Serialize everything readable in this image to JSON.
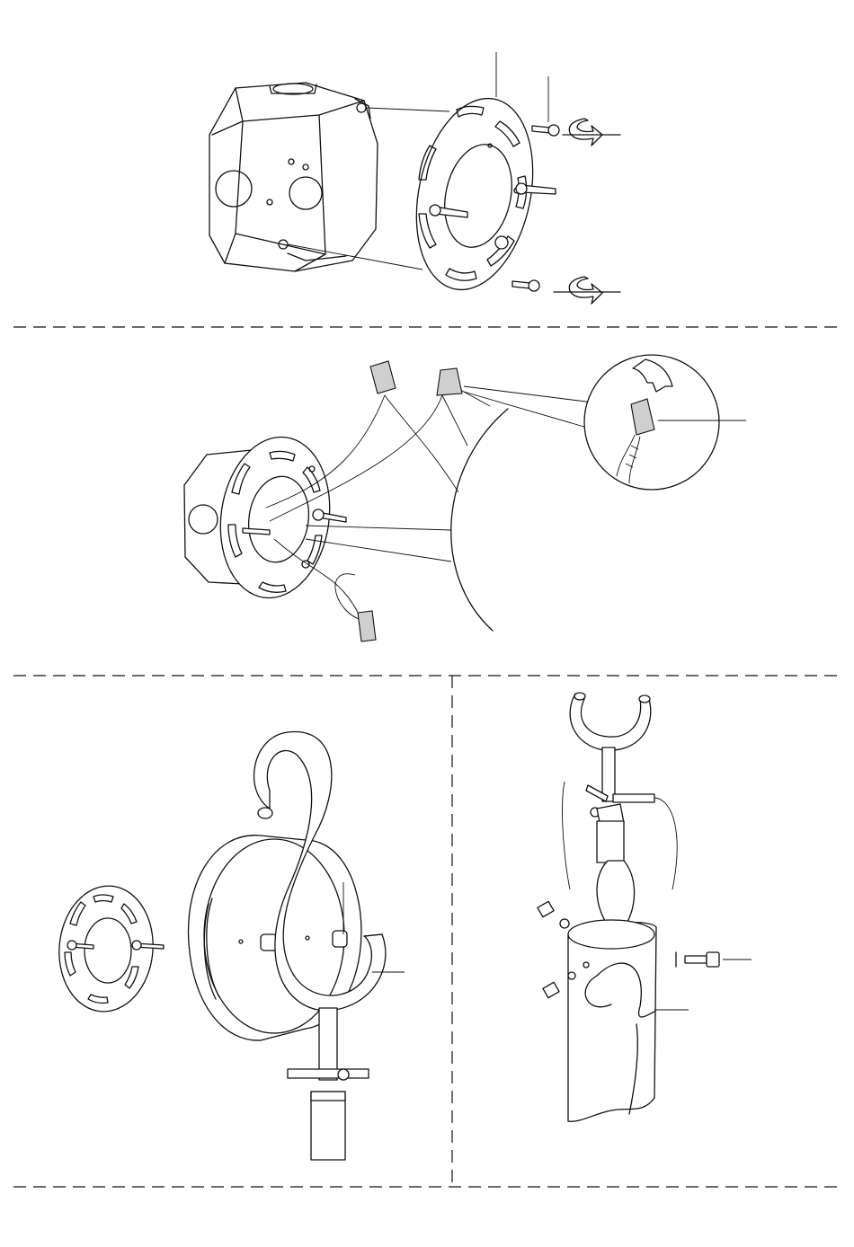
{
  "document": {
    "type": "installation-diagram",
    "panels": [
      {
        "id": "step-1",
        "contents": [
          "junction-box",
          "mounting-plate",
          "screws",
          "rotation-arrows"
        ]
      },
      {
        "id": "step-2",
        "contents": [
          "junction-box",
          "mounting-plate",
          "wires",
          "wire-nuts",
          "wire-nut-detail"
        ]
      },
      {
        "id": "step-3",
        "contents": [
          "mounting-plate",
          "canopy",
          "s-arm",
          "socket"
        ]
      },
      {
        "id": "step-4",
        "contents": [
          "s-arm",
          "bulb",
          "glass-shade",
          "set-screws"
        ]
      }
    ]
  },
  "colors": {
    "line": "#111111",
    "background": "#ffffff",
    "wire_nut_fill": "#cfcfcf"
  }
}
